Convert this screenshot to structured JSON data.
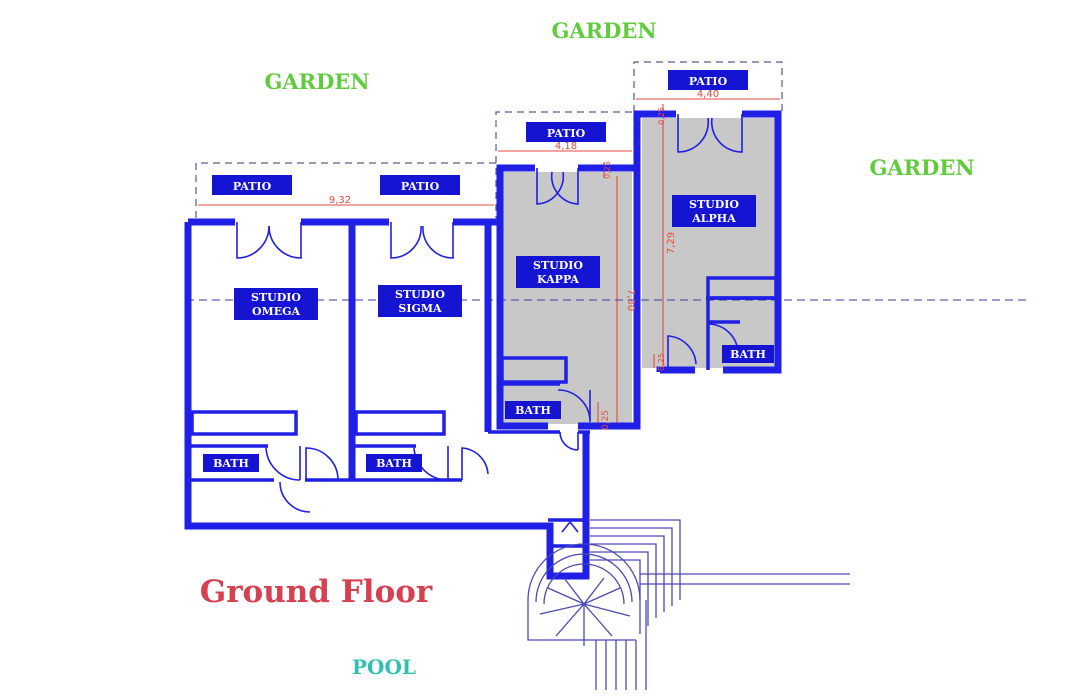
{
  "colors": {
    "wall": "#1f1fe6",
    "room_tag_bg": "#1414d2",
    "room_tag_text": "#ffffff",
    "gray_fill": "#c8c8c8",
    "garden": "#5fcc3c",
    "pool": "#2fc1b0",
    "title": "#d64050",
    "dimension": "#e64a3c"
  },
  "areas": {
    "garden_left": "GARDEN",
    "garden_top": "GARDEN",
    "garden_right": "GARDEN",
    "pool": "POOL"
  },
  "title": "Ground Floor",
  "patios": {
    "omega": "PATIO",
    "sigma": "PATIO",
    "kappa": "PATIO",
    "alpha": "PATIO"
  },
  "rooms": {
    "omega": {
      "line1": "STUDIO",
      "line2": "OMEGA"
    },
    "sigma": {
      "line1": "STUDIO",
      "line2": "SIGMA"
    },
    "kappa": {
      "line1": "STUDIO",
      "line2": "KAPPA"
    },
    "alpha": {
      "line1": "STUDIO",
      "line2": "ALPHA"
    }
  },
  "baths": {
    "omega": "BATH",
    "sigma": "BATH",
    "kappa": "BATH",
    "alpha": "BATH"
  },
  "dimensions": {
    "left_width": "9,32",
    "kappa_width": "4,18",
    "alpha_width": "4,40",
    "kappa_depth": "7,30",
    "alpha_depth": "7,29",
    "kappa_top": "0,25",
    "kappa_bottom": "0,25",
    "alpha_top": "0,25",
    "alpha_bottom": "0,25"
  }
}
